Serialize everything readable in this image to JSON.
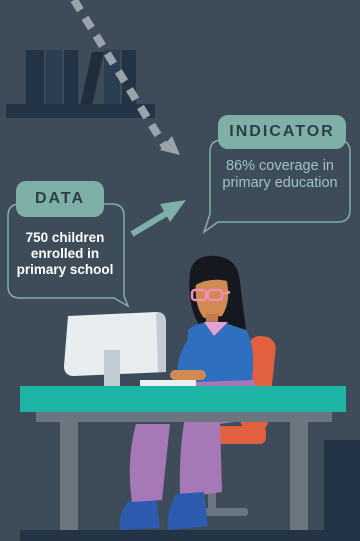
{
  "data_card": {
    "label": "DATA",
    "text": "750 children enrolled in primary school"
  },
  "indicator_card": {
    "label": "INDICATOR",
    "text": "86% coverage in primary education"
  },
  "colors": {
    "background": "#3e4c59",
    "accent_teal": "#7fb0a8",
    "desk_top": "#1fb5a6",
    "shirt_blue": "#2e6fc0",
    "chair_orange": "#e0603f",
    "pants_purple": "#a678b8",
    "glasses_pink": "#f08fb6"
  },
  "icons": [
    "bookshelf-icon",
    "dashed-arrow-icon",
    "arrow-icon",
    "computer-monitor-icon",
    "keyboard-icon",
    "desk-icon",
    "chair-icon",
    "woman-figure"
  ]
}
